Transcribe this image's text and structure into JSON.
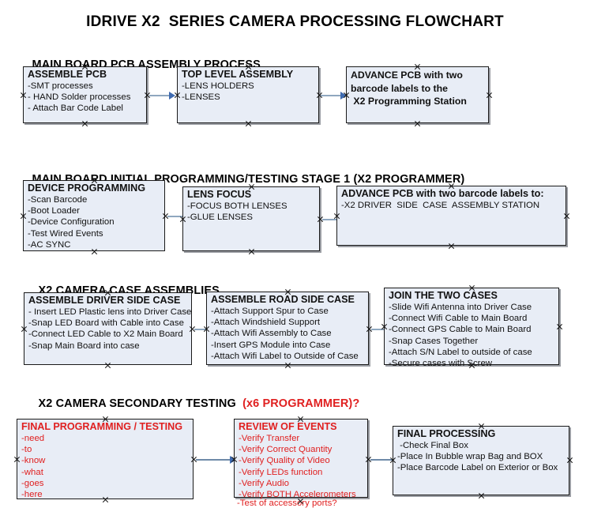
{
  "title": "IDRIVE X2  SERIES CAMERA PROCESSING FLOWCHART",
  "colors": {
    "box_fill": "#e8edf6",
    "box_border": "#1a1a1a",
    "arrow_shaft": "#8fa7bf",
    "arrow_head": "#3f6bb0",
    "accent_red": "#e02020",
    "text": "#111111",
    "background": "#ffffff"
  },
  "sections": [
    {
      "header": "MAIN BOARD PCB ASSEMBLY PROCESS",
      "header_accent": "",
      "boxes": [
        {
          "title": "ASSEMBLE PCB",
          "lines": [
            "-SMT processes",
            "- HAND Solder processes",
            "- Attach Bar Code Label"
          ]
        },
        {
          "title": "TOP LEVEL ASSEMBLY",
          "lines": [
            "-LENS HOLDERS",
            "-LENSES"
          ]
        },
        {
          "title": "ADVANCE PCB with two",
          "lines": [
            "barcode labels to the",
            " X2 Programming Station"
          ]
        }
      ]
    },
    {
      "header": "MAIN BOARD INITIAL PROGRAMMING/TESTING STAGE 1 (X2 PROGRAMMER)",
      "header_accent": "",
      "boxes": [
        {
          "title": "DEVICE PROGRAMMING",
          "lines": [
            "-Scan Barcode",
            "-Boot Loader",
            "-Device Configuration",
            "-Test Wired Events",
            "-AC SYNC"
          ]
        },
        {
          "title": "LENS FOCUS",
          "lines": [
            "-FOCUS BOTH LENSES",
            "-GLUE LENSES"
          ]
        },
        {
          "title": "ADVANCE PCB with two barcode labels to:",
          "lines": [
            "-X2 DRIVER  SIDE  CASE  ASSEMBLY STATION"
          ]
        }
      ]
    },
    {
      "header": "X2 CAMERA CASE ASSEMBLIES",
      "header_accent": "",
      "boxes": [
        {
          "title": "ASSEMBLE DRIVER SIDE CASE",
          "lines": [
            "- Insert LED Plastic lens into Driver Case",
            "-Snap LED Board with Cable into Case",
            "-Connect LED Cable to X2 Main Board",
            "-Snap Main Board into case"
          ]
        },
        {
          "title": "ASSEMBLE ROAD SIDE CASE",
          "lines": [
            "-Attach Support Spur to Case",
            "-Attach Windshield Support",
            "-Attach Wifi Assembly to Case",
            "-Insert GPS Module into Case",
            "-Attach Wifi Label to Outside of Case"
          ]
        },
        {
          "title": "JOIN THE TWO CASES",
          "lines": [
            "-Slide Wifi Antenna into Driver Case",
            "-Connect Wifi Cable to Main Board",
            "-Connect GPS Cable to Main Board",
            "-Snap Cases Together",
            "-Attach S/N Label to outside of case",
            "-Secure cases with Screw"
          ]
        }
      ]
    },
    {
      "header": "X2 CAMERA SECONDARY TESTING ",
      "header_accent": " (x6 PROGRAMMER)?",
      "boxes": [
        {
          "title": "FINAL PROGRAMMING / TESTING",
          "lines": [
            "-need",
            "-to",
            "-know",
            "-what",
            "-goes",
            "-here"
          ]
        },
        {
          "title": "REVIEW OF EVENTS",
          "lines": [
            "-Verify Transfer",
            "-Verify Correct Quantity",
            "-Verify Quality of Video",
            "-Verify LEDs function",
            "-Verify Audio",
            "-Verify BOTH Accelerometers"
          ],
          "overflow_line": "-Test of accessory ports?"
        },
        {
          "title": "FINAL PROCESSING",
          "lines": [
            " -Check Final Box",
            "-Place In Bubble wrap Bag and BOX",
            "-Place Barcode Label on Exterior or Box"
          ]
        }
      ]
    }
  ]
}
